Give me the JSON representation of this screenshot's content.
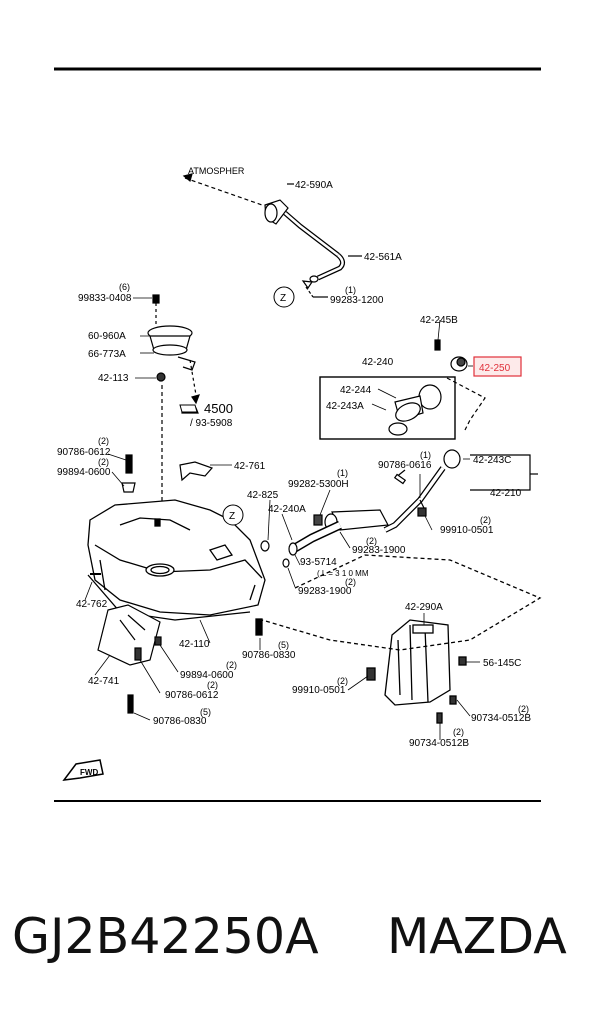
{
  "labels": {
    "atmospher": "ATMOSPHER",
    "p42_590A": "42-590A",
    "p42_561A": "42-561A",
    "z1": "Z",
    "p99283_1200": "99283-1200",
    "q99283_1200": "(1)",
    "q99833": "(6)",
    "p99833_0408": "99833-0408",
    "p60_960A": "60-960A",
    "p66_773A": "66-773A",
    "p42_113": "42-113",
    "ref4500": "4500",
    "ref93_5908": "/ 93-5908",
    "p42_245B": "42-245B",
    "p42_250": "42-250",
    "p42_240": "42-240",
    "p42_244": "42-244",
    "p42_243A": "42-243A",
    "q90786_0612a": "(2)",
    "p90786_0612a": "90786-0612",
    "q99894_0600a": "(2)",
    "p99894_0600a": "99894-0600",
    "p42_761": "42-761",
    "q99282": "(1)",
    "p99282_5300H": "99282-5300H",
    "p42_825": "42-825",
    "z2": "Z",
    "p42_240A": "42-240A",
    "q90786_0616": "(1)",
    "p90786_0616": "90786-0616",
    "p42_243C": "42-243C",
    "p42_210": "42-210",
    "q99910_0501a": "(2)",
    "p99910_0501a": "99910-0501",
    "q99283_1900a": "(2)",
    "p99283_1900a": "99283-1900",
    "p93_5714": "93-5714",
    "len93_5714": "( L = 3 1 0 MM",
    "q99283_1900b": "(2)",
    "p99283_1900b": "99283-1900",
    "p42_762": "42-762",
    "p42_110": "42-110",
    "q90786_0830a": "(5)",
    "p90786_0830a": "90786-0830",
    "p42_290A": "42-290A",
    "p56_145C": "56-145C",
    "p42_741": "42-741",
    "q99894_0600b": "(2)",
    "p99894_0600b": "99894-0600",
    "q90786_0612b": "(2)",
    "p90786_0612b": "90786-0612",
    "q90786_0830b": "(5)",
    "p90786_0830b": "90786-0830",
    "q99910_0501b": "(2)",
    "p99910_0501b": "99910-0501",
    "q90734_0512a": "(2)",
    "p90734_0512a": "90734-0512B",
    "q90734_0512b": "(2)",
    "p90734_0512b": "90734-0512B",
    "fwd": "FWD"
  },
  "highlight_color": "#e0303a",
  "caption": {
    "part_number": "GJ2B42250A",
    "brand": "MAZDA"
  }
}
